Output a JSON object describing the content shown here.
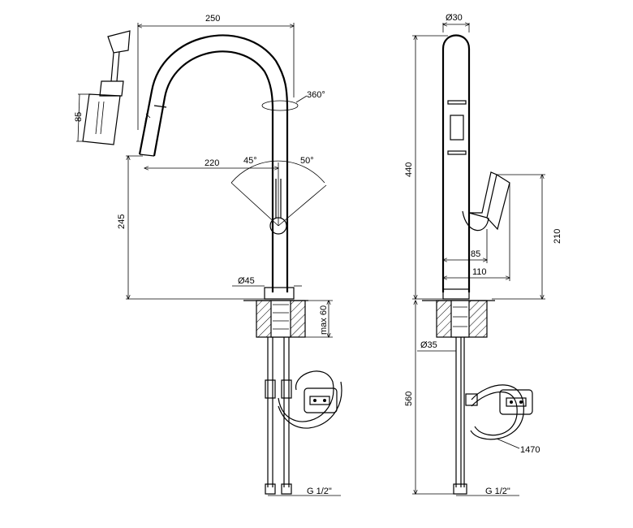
{
  "dimensions": {
    "side_width": "250",
    "spout_height": "245",
    "reach": "220",
    "angle_left": "45°",
    "angle_right": "50°",
    "rotation": "360°",
    "base_diameter": "Ø45",
    "max_thickness": "max 60",
    "shower_head_length": "85",
    "front_diameter": "Ø30",
    "total_height": "440",
    "lever_height": "210",
    "lever_reach_85": "85",
    "lever_reach_110": "110",
    "tail_diameter": "Ø35",
    "hose_length_560": "560",
    "pull_hose": "1470",
    "thread_left": "G 1/2\"",
    "thread_right": "G 1/2\""
  }
}
